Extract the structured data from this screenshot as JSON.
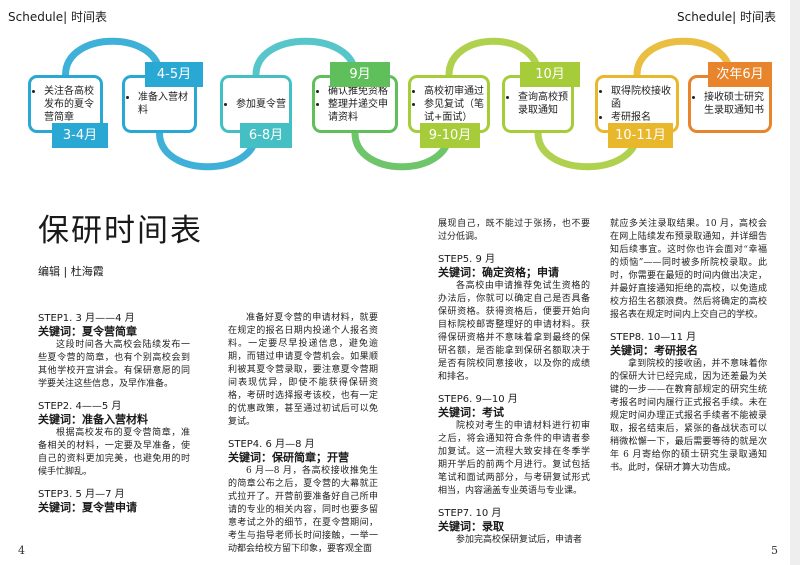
{
  "header": {
    "left": "Schedule| 时间表",
    "right": "Schedule| 时间表"
  },
  "page_numbers": {
    "left": "4",
    "right": "5"
  },
  "colors": [
    "#2aa8d4",
    "#44c0c4",
    "#5fbf5a",
    "#a6cc3a",
    "#e8b72b",
    "#e8842b"
  ],
  "timeline": [
    {
      "items": [
        "关注各高校发布的夏令营简章"
      ],
      "tag": "3-4月"
    },
    {
      "items": [
        "准备入营材料"
      ],
      "tag": "4-5月"
    },
    {
      "items": [
        "参加夏令营"
      ],
      "tag": "6-8月"
    },
    {
      "items": [
        "确认推免资格",
        "整理并递交申请资料"
      ],
      "tag": "9月"
    },
    {
      "items": [
        "高校初审通过",
        "参见复试（笔试+面试）"
      ],
      "tag": "9-10月"
    },
    {
      "items": [
        "查询高校预录取通知"
      ],
      "tag": "10月"
    },
    {
      "items": [
        "取得院校接收函",
        "考研报名"
      ],
      "tag": "10-11月"
    },
    {
      "items": [
        "接收硕士研究生录取通知书"
      ],
      "tag": "次年6月"
    }
  ],
  "title": "保研时间表",
  "editor": "编辑 | 杜海霞",
  "col1": [
    {
      "head": "STEP1. 3 月——4 月",
      "kw": "关键词：夏令营简章",
      "text": "这段时间各大高校会陆续发布一些夏令营的简章，也有个别高校会到其他学校开宣讲会。有保研意愿的同学要关注这些信息，及早作准备。"
    },
    {
      "head": "STEP2. 4——5 月",
      "kw": "关键词：准备入营材料",
      "text": "根据高校发布的夏令营简章，准备相关的材料，一定要及早准备，使自己的资料更加完美，也避免用的时候手忙脚乱。"
    },
    {
      "head": "STEP3.  5 月—7 月",
      "kw": "关键词：夏令营申请",
      "text": ""
    }
  ],
  "col2": [
    {
      "head": "",
      "kw": "",
      "text": "准备好夏令营的申请材料，就要在规定的报名日期内投递个人报名资料。一定要尽早投递信息，避免逾期，而错过申请夏令营机会。如果顺利被其夏令营录取，要注意夏令营期间表现优异，即使不能获得保研资格，考研时选择报考该校，也有一定的优惠政策，甚至通过初试后可以免复试。"
    },
    {
      "head": "STEP4. 6 月—8 月",
      "kw": "关键词：保研简章；开营",
      "text": "6 月—8 月，各高校接收推免生的简章公布之后，夏令营的大幕就正式拉开了。开营前要准备好自己所申请的专业的相关内容，同时也要多留意考试之外的细节，在夏令营期间，考生与指导老师长时间接触，一举一动都会给校方留下印象，要客观全面"
    }
  ],
  "col3": [
    {
      "head": "",
      "kw": "",
      "text": "展现自己，既不能过于张扬，也不要过分低调。"
    },
    {
      "head": "STEP5. 9 月",
      "kw": "关键词：确定资格；申请",
      "text": "各高校由申请推荐免试生资格的办法后，你就可以确定自己是否具备保研资格。获得资格后，便要开始向目标院校邮寄整理好的申请材料。获得保研资格并不意味着拿到最终的保研名额，是否能拿到保研名额取决于是否有院校同意接收，以及你的成绩和排名。"
    },
    {
      "head": "STEP6.  9—10 月",
      "kw": "关键词：考试",
      "text": "院校对考生的申请材料进行初审之后，将会通知符合条件的申请者参加复试。这一流程大致安排在冬季学期开学后的前两个月进行。复试包括笔试和面试两部分，与考研复试形式相当，内容涵盖专业英语与专业课。"
    },
    {
      "head": "STEP7.  10 月",
      "kw": "关键词：录取",
      "text": "参加完高校保研复试后，申请者"
    }
  ],
  "col4": [
    {
      "head": "",
      "kw": "",
      "text": "就应多关注录取结果。10 月，高校会在网上陆续发布预录取通知，并详细告知后续事宜。这时你也许会面对“幸福的烦恼”——同时被多所院校录取。此时，你需要在最短的时间内做出决定，并最好直接通知拒绝的高校，以免造成校方招生名额浪费。然后将确定的高校报名表在规定时间内上交自己的学校。"
    },
    {
      "head": "STEP8.  10—11 月",
      "kw": "关键词：考研报名",
      "text": "拿到院校的接收函，并不意味着你的保研大计已经完成，因为还差最为关键的一步——在教育部规定的研究生统考报名时间内履行正式报名手续。未在规定时间办理正式报名手续者不能被录取，报名结束后，紧张的备战状态可以稍微松懈一下，最后需要等待的就是次年 6 月寄给你的硕士研究生录取通知书。此时，保研才算大功告成。"
    }
  ]
}
